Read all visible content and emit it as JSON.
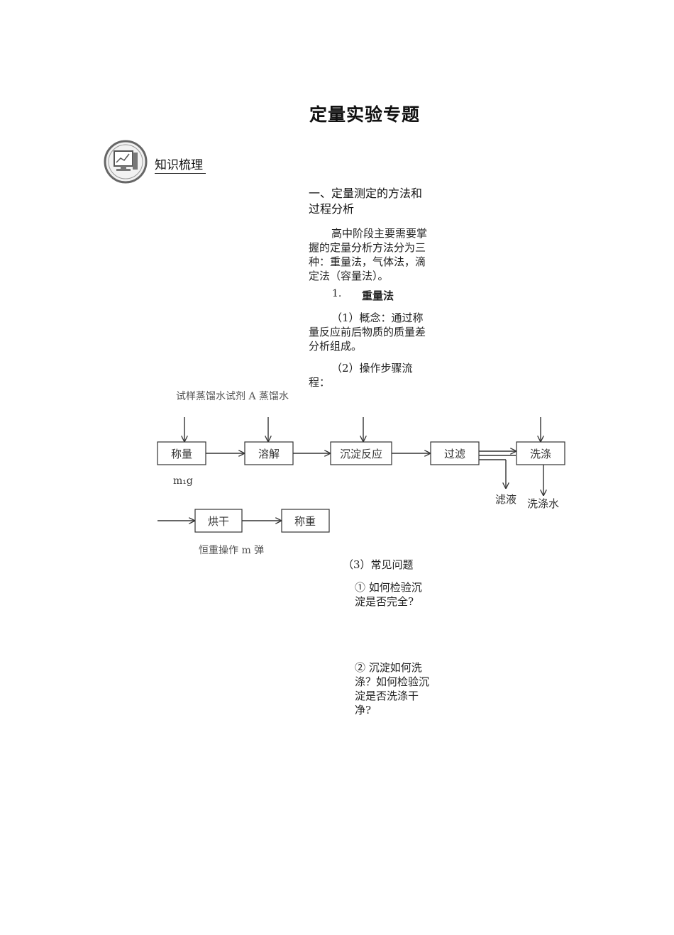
{
  "doc": {
    "title": "定量实验专题",
    "section_label": "知识梳理",
    "h1": "一、定量测定的方法和过程分析",
    "intro": "高中阶段主要需要掌握的定量分析方法分为三种：重量法，气体法，滴定法（容量法）。",
    "sub1_num": "1.",
    "sub1_title": "重量法",
    "concept": "（1）概念：通过称量反应前后物质的质量差分析组成。",
    "steps_label": "（2）操作步骤流程：",
    "problems_label": "（3）常见问题",
    "q1": "① 如何检验沉淀是否完全?",
    "q2": "② 沉淀如何洗涤？如何检验沉淀是否洗涤干净?"
  },
  "flow": {
    "top_caption": "试样蒸馏水试剂 A 蒸馏水",
    "boxes": [
      "称量",
      "溶解",
      "沉淀反应",
      "过滤",
      "洗涤",
      "烘干",
      "称重"
    ],
    "m1": "m₁g",
    "filtrate": "滤液",
    "wash_water": "洗涤水",
    "bottom_caption": "恒重操作 m 弹"
  }
}
